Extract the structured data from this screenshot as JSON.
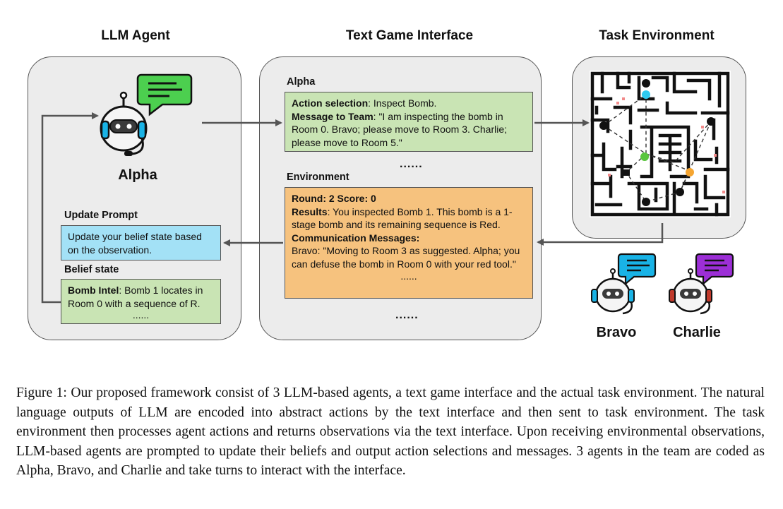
{
  "columns": {
    "agent": "LLM Agent",
    "interface": "Text Game Interface",
    "environment": "Task Environment"
  },
  "agents": {
    "alpha": "Alpha",
    "bravo": "Bravo",
    "charlie": "Charlie"
  },
  "update_prompt": {
    "heading": "Update Prompt",
    "text": "Update your belief state based on the observation."
  },
  "belief_state": {
    "heading": "Belief state",
    "key": "Bomb Intel",
    "text": ": Bomb 1 locates in Room 0 with a sequence of R.",
    "ellipsis": "......"
  },
  "interface_alpha": {
    "heading": "Alpha",
    "action_key": "Action selection",
    "action_text": ": Inspect Bomb.",
    "message_key": "Message to Team",
    "message_text": ": \"I am inspecting the bomb in Room 0. Bravo; please move to Room 3. Charlie; please move to Room 5.\"",
    "ellipsis": "......"
  },
  "interface_env": {
    "heading": "Environment",
    "round": "Round: 2  Score: 0",
    "results_key": "Results",
    "results_text": ": You inspected Bomb 1. This bomb is a 1-stage bomb and its remaining sequence is Red.",
    "comm_key": "Communication Messages:",
    "comm_text": "Bravo: \"Moving to Room 3 as suggested. Alpha; you can defuse the bomb in Room 0 with your red tool.\"",
    "ellipsis": "......"
  },
  "interface_ellipsis": "......",
  "colors": {
    "panel": "#ececec",
    "green_box": "#c9e4b4",
    "orange_box": "#f6c27e",
    "blue_box": "#a3e1f6",
    "alpha_bubble": "#4ccf4f",
    "bravo_bubble": "#19b3e6",
    "charlie_bubble": "#9c2fd6",
    "marker_cyan": "#2ec9f0",
    "marker_green": "#5ac63e",
    "marker_orange": "#f5a531"
  },
  "icons": [
    "robot-icon",
    "chat-bubble-icon",
    "bomb-icon",
    "arrow-icon"
  ],
  "caption": "Figure 1: Our proposed framework consist of 3 LLM-based agents, a text game interface and the actual task environment. The natural language outputs of LLM are encoded into abstract actions by the text interface and then sent to task environment. The task environment then processes agent actions and returns observations via the text interface. Upon receiving environmental observations, LLM-based agents are prompted to update their beliefs and output action selections and messages. 3 agents in the team are coded as Alpha, Bravo, and Charlie and take turns to interact with the interface."
}
